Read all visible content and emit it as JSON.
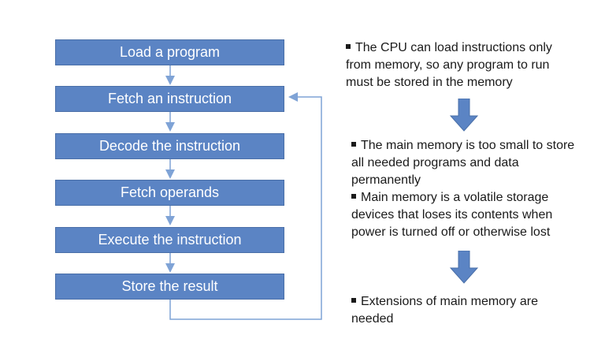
{
  "colors": {
    "step_fill": "#5b84c4",
    "connector": "#7fa3d6",
    "arrow_fill": "#5b84c4"
  },
  "flowchart": {
    "steps": [
      {
        "label": "Load a program"
      },
      {
        "label": "Fetch an instruction"
      },
      {
        "label": "Decode the instruction"
      },
      {
        "label": "Fetch operands"
      },
      {
        "label": "Execute the instruction"
      },
      {
        "label": "Store the result"
      }
    ],
    "loop_back": {
      "from_step": "Store the result",
      "to_step": "Fetch an instruction"
    }
  },
  "notes": {
    "block1": {
      "bullets": [
        {
          "lines": [
            "The CPU can load instructions only",
            "from memory, so any program to run",
            "must be stored in the memory"
          ]
        }
      ]
    },
    "block2": {
      "bullets": [
        {
          "lines": [
            "The main memory is too small to store",
            "all needed programs and data",
            "permanently"
          ]
        },
        {
          "lines": [
            "Main memory is a volatile storage",
            "devices that loses its contents when",
            "power is turned off or otherwise lost"
          ]
        }
      ]
    },
    "block3": {
      "bullets": [
        {
          "lines": [
            "Extensions of main memory are",
            "needed"
          ]
        }
      ]
    },
    "arrow_icon": "down-arrow-icon"
  }
}
